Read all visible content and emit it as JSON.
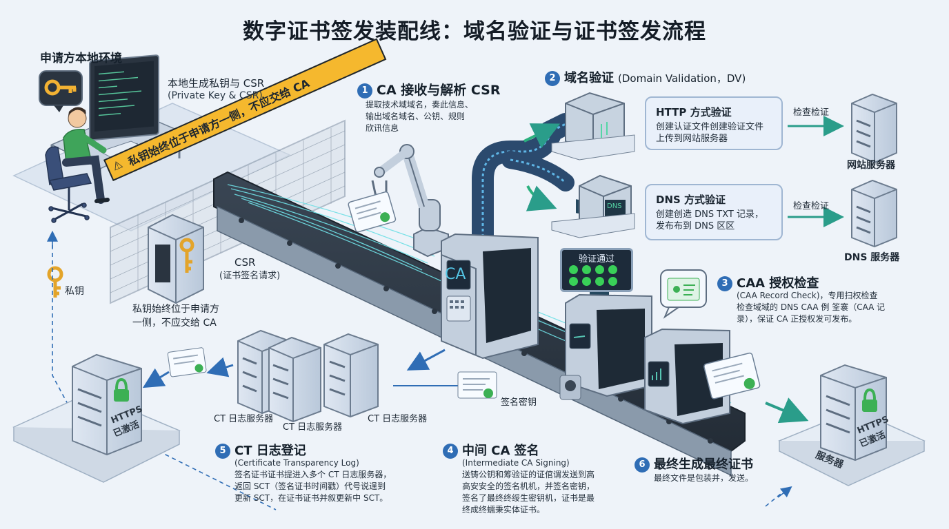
{
  "title": "数字证书签发装配线：域名验证与证书签发流程",
  "applicant": {
    "env_title": "申请方本地环境",
    "gen_title": "本地生成私钥与 CSR",
    "gen_sub": "(Private Key & CSR)",
    "warning_banner": "私钥始终位于申请方一侧，不应交给 CA",
    "csr_label": "CSR",
    "csr_sub": "(证书签名请求)",
    "private_key_label": "私钥",
    "private_key_note_1": "私钥始终位于申请方",
    "private_key_note_2": "一侧，不应交给 CA"
  },
  "steps": {
    "s1": {
      "num": "1",
      "title": "CA 接收与解析 CSR",
      "lines": [
        "提取技术域域名，奏此信息、",
        "输出域名域名、公钥、规则",
        "欣讯信息"
      ]
    },
    "s2": {
      "num": "2",
      "title": "域名验证",
      "title_en": "(Domain Validation，DV)"
    },
    "s3": {
      "num": "3",
      "title": "CAA 授权检查",
      "lines": [
        "(CAA Record Check)，专用扫权检查",
        "检查域域的 DNS CAA 例 筌褰（CAA 记",
        "录），保证 CA 正授权发可发布。"
      ]
    },
    "s4": {
      "num": "4",
      "title": "中间 CA 签名",
      "sub": "(Intermediate CA Signing)",
      "lines": [
        "送铸公钥和筹验证的证倌谓发送到高",
        "高安安全的签名机机，并签名密钥，",
        "签名了最终终绥生密钥机，证书是最",
        "终成终蠕秉实体证书。"
      ]
    },
    "s5": {
      "num": "5",
      "title": "CT 日志登记",
      "sub": "(Certificate Transparency Log)",
      "lines": [
        "签名证书证书提进入多个 CT 日志服务器，",
        "返回 SCT（签名证书时间戳）代号说逞到",
        "更新 SCT，在证书证书并叙更新中 SCT。"
      ]
    },
    "s6": {
      "num": "6",
      "title": "最终生成最终证书",
      "line": "最终文件是包装并，发送。"
    }
  },
  "http_card": {
    "title": "HTTP 方式验证",
    "lines": [
      "创建认证文件创建验证文件",
      "上传到网站服务器"
    ]
  },
  "dns_card": {
    "title": "DNS 方式验证",
    "lines": [
      "创建创造 DNS TXT 记录，",
      "发布布到 DNS 区区"
    ]
  },
  "check_label_1": "检查检证",
  "check_label_2": "检查检证",
  "web_server_label": "网站服务器",
  "dns_server_label": "DNS 服务器",
  "verify_panel": "验证通过",
  "ca_label": "CA",
  "dns_box_label": "DNS",
  "ct_server_labels": [
    "CT 日志服务器",
    "CT 日志服务器",
    "CT 日志服务器"
  ],
  "signing_key_label": "签名密钥",
  "https_left": [
    "HTTPS",
    "已激活"
  ],
  "https_right": [
    "HTTPS",
    "已激活"
  ],
  "server_label": "服务器",
  "colors": {
    "background": "#eef3f9",
    "accent_blue": "#2f6db5",
    "teal": "#20a88c",
    "warning": "#f5b82e",
    "green": "#3cb054",
    "conveyor": "#2d3844"
  }
}
